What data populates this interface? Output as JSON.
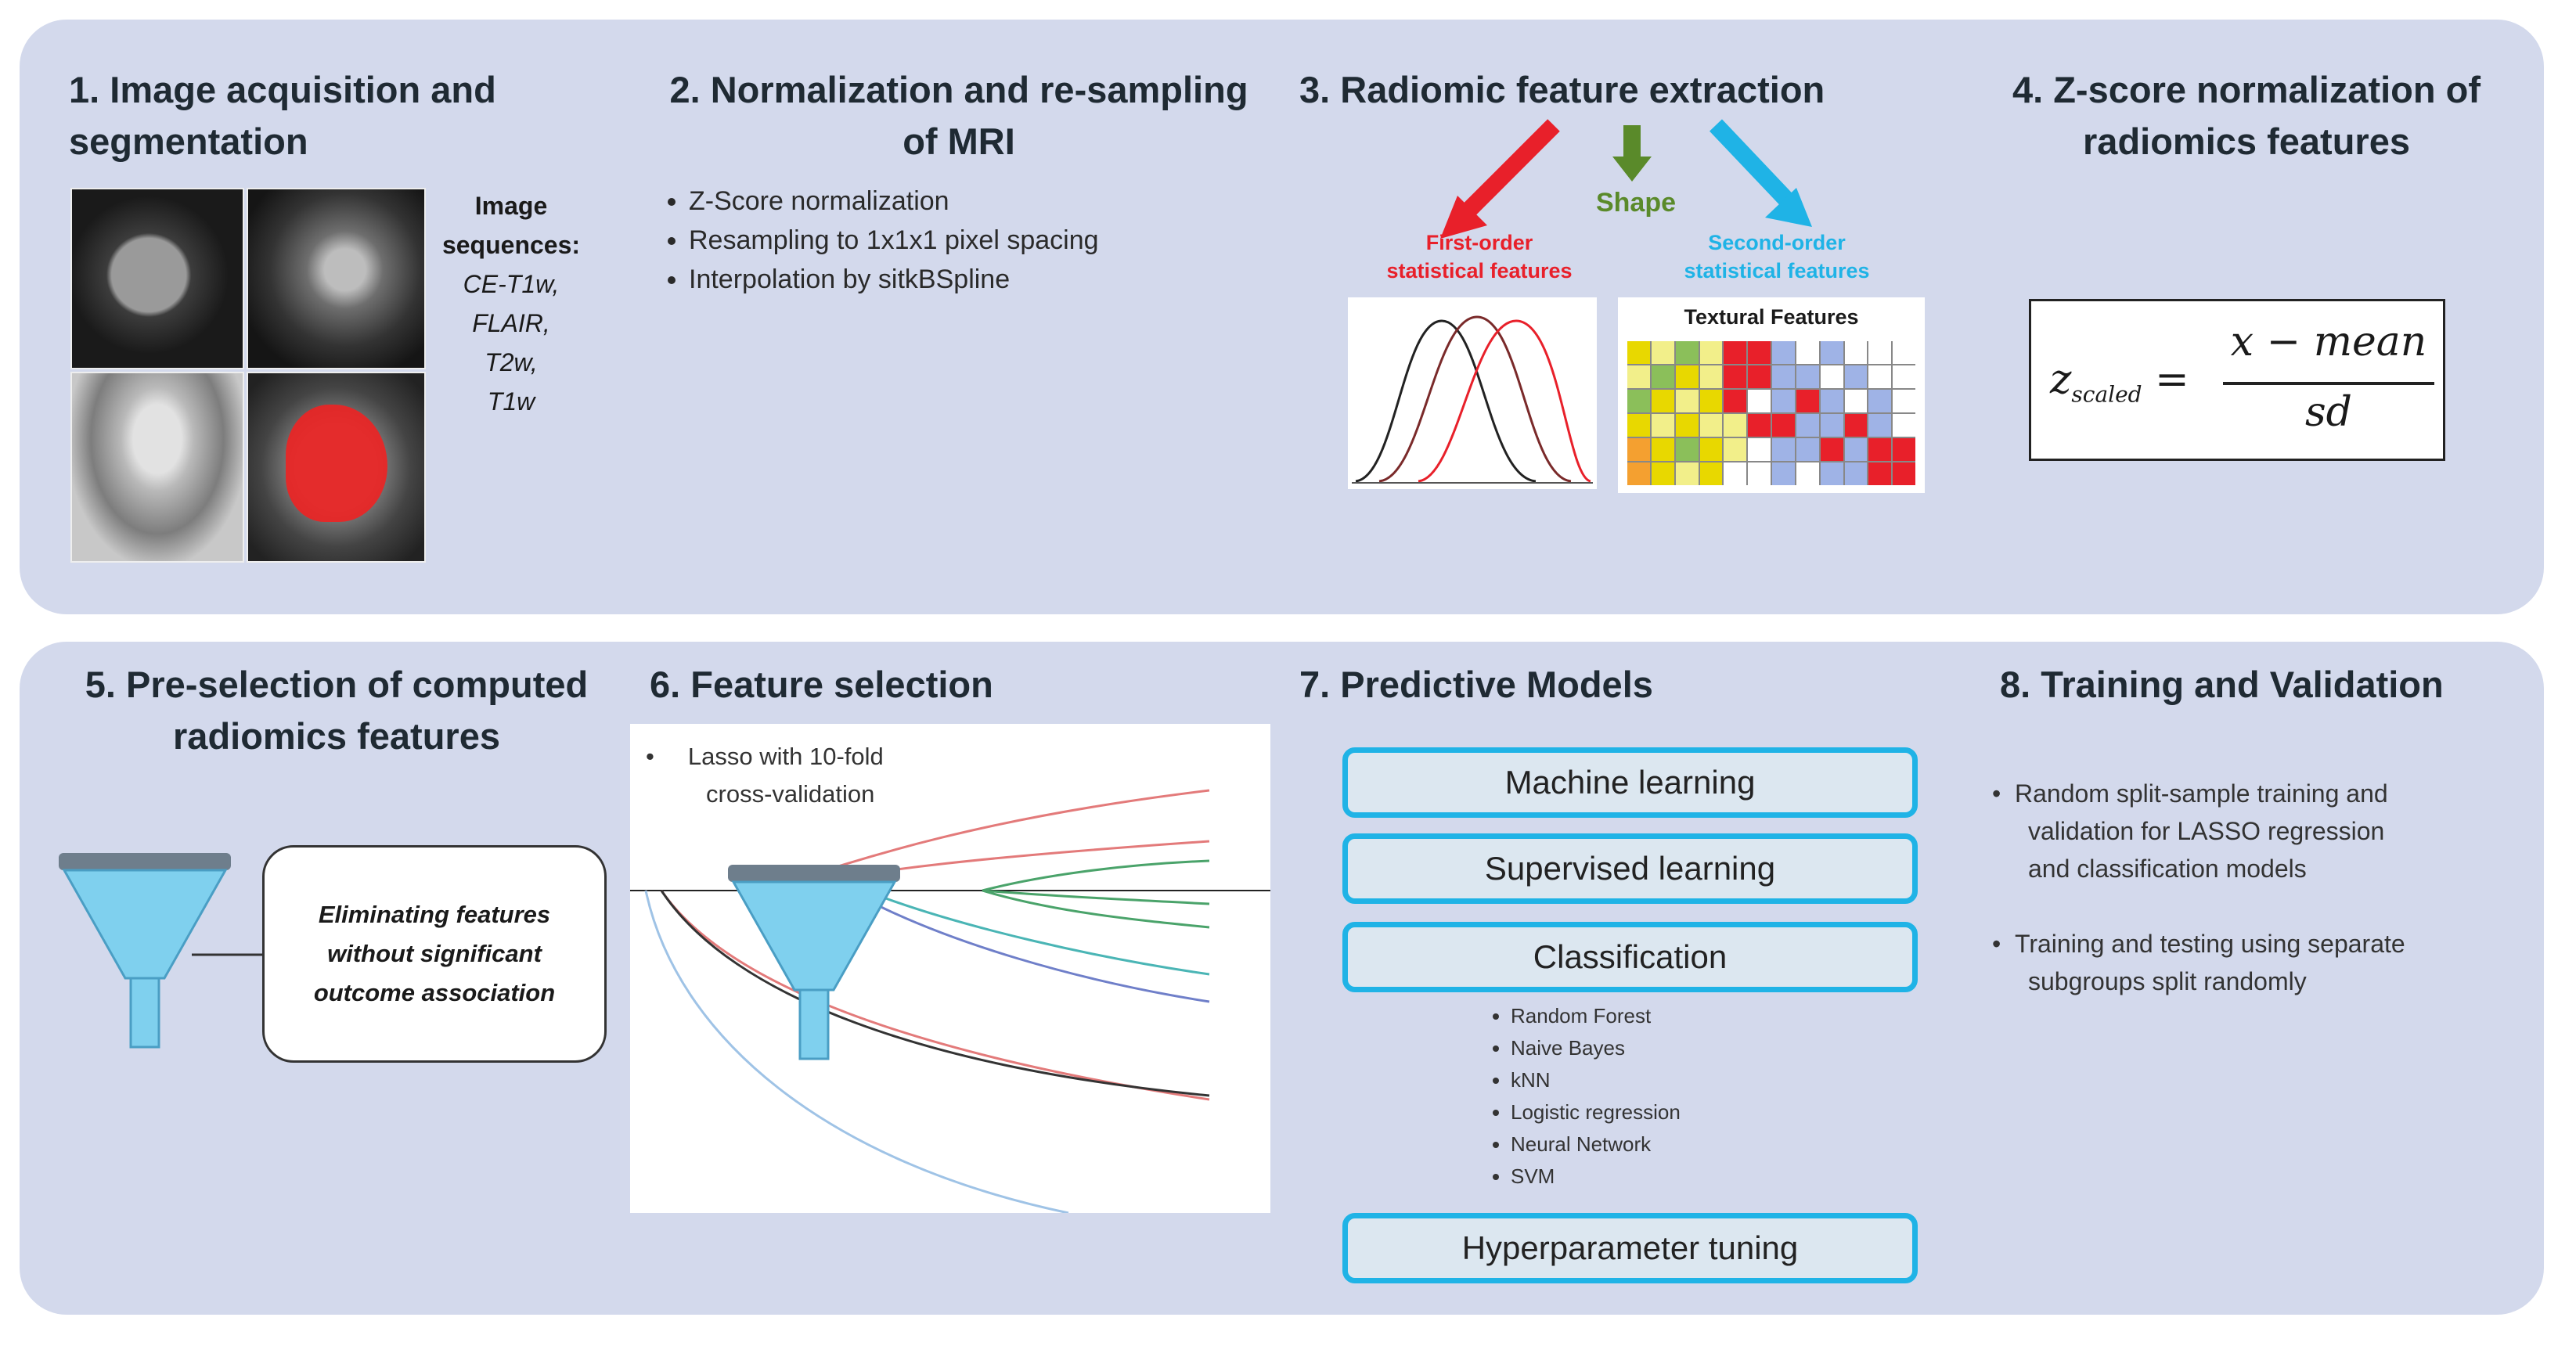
{
  "section1": {
    "title_line1": "1. Image acquisition and",
    "title_line2": "segmentation",
    "seq_label": "Image sequences:",
    "sequences": [
      "CE-T1w,",
      "FLAIR,",
      "T2w,",
      "T1w"
    ]
  },
  "section2": {
    "title_line1": "2. Normalization and re-sampling",
    "title_line2": "of MRI",
    "bullets": [
      "Z-Score normalization",
      "Resampling to 1x1x1 pixel spacing",
      "Interpolation by sitkBSpline"
    ]
  },
  "section3": {
    "title": "3. Radiomic feature extraction",
    "shape_label": "Shape",
    "first_order_line1": "First-order",
    "first_order_line2": "statistical features",
    "second_order_line1": "Second-order",
    "second_order_line2": "statistical features",
    "textural_label": "Textural Features"
  },
  "section4": {
    "title_line1": "4. Z-score normalization of",
    "title_line2": "radiomics features",
    "formula_lhs": "z",
    "formula_sub": "scaled",
    "formula_num": "x − mean",
    "formula_den": "sd"
  },
  "section5": {
    "title_line1": "5. Pre-selection of computed",
    "title_line2": "radiomics features",
    "box_line1": "Eliminating features",
    "box_line2": "without significant",
    "box_line3": "outcome association"
  },
  "section6": {
    "title": "6. Feature selection",
    "bullet_line1": "Lasso with 10-fold",
    "bullet_line2": "cross-validation"
  },
  "section7": {
    "title": "7. Predictive Models",
    "box1": "Machine learning",
    "box2": "Supervised  learning",
    "box3": "Classification",
    "classifiers": [
      "Random Forest",
      "Naive Bayes",
      "kNN",
      "Logistic regression",
      "Neural Network",
      "SVM"
    ],
    "box4": "Hyperparameter  tuning"
  },
  "section8": {
    "title": "8. Training and Validation",
    "bullet1_line1": "Random split-sample training and",
    "bullet1_line2": "validation for LASSO regression",
    "bullet1_line3": "and classification models",
    "bullet2_line1": "Training and testing using separate",
    "bullet2_line2": "subgroups split randomly"
  },
  "colors": {
    "panel": "#d3d9ec",
    "red": "#e8202a",
    "green": "#5a8a2a",
    "blue": "#1fb3e6",
    "funnel": "#7fd0ee"
  }
}
